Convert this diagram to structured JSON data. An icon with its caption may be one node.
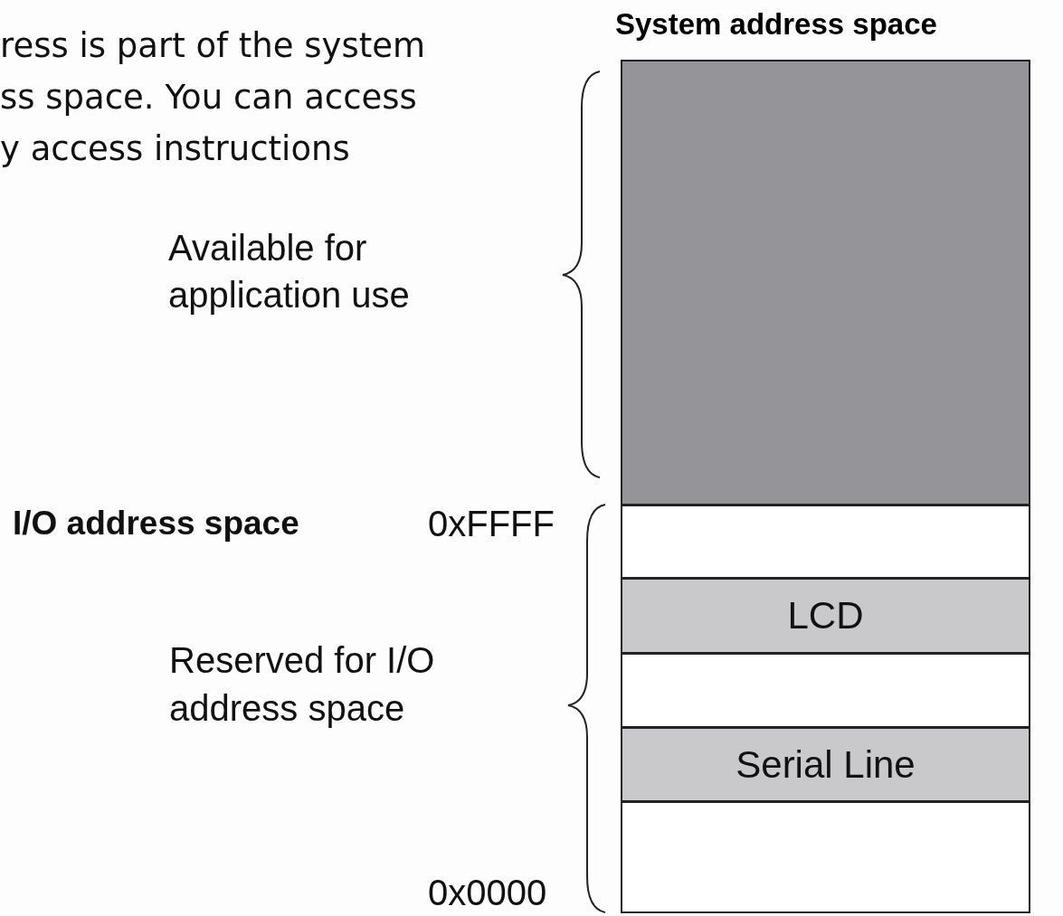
{
  "diagram": {
    "nodes": [
      {
        "text": [
          "System address space"
        ]
      },
      {
        "text": [],
        "shape": "box",
        "in": 0
      },
      {
        "text": [],
        "shape": "box",
        "in": 0
      },
      {
        "text": [
          "LCD"
        ],
        "in": 0
      },
      {
        "text": [],
        "shape": "box",
        "in": 0
      },
      {
        "text": [
          "Serial Line"
        ],
        "in": 0
      },
      {
        "text": [],
        "shape": "box",
        "in": 0
      }
    ],
    "labels": [
      "ress is part of the system ss space. You can access y access instructions",
      "Available for application use",
      "I/O address space",
      "0xFFFF",
      "Reserved for I/O address space",
      "0x0000"
    ]
  }
}
